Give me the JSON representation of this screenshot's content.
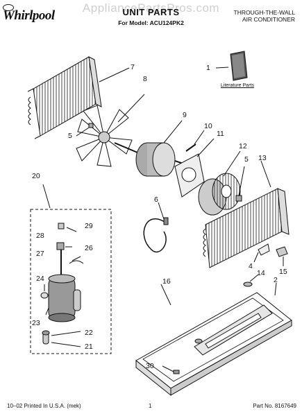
{
  "header": {
    "watermark": "AppliancePartsPros.com",
    "brand": "Whirlpool",
    "title": "UNIT PARTS",
    "model_line": "For Model: ACU124PK2",
    "product_line1": "THROUGH-THE-WALL",
    "product_line2": "AIR CONDITIONER"
  },
  "callouts": [
    "1",
    "2",
    "4",
    "5",
    "5",
    "6",
    "7",
    "8",
    "9",
    "10",
    "11",
    "12",
    "13",
    "14",
    "15",
    "16",
    "20",
    "21",
    "22",
    "23",
    "24",
    "26",
    "27",
    "28",
    "29",
    "30"
  ],
  "literature_label": "Literature Parts",
  "footer": {
    "left": "10–02 Printed In U.S.A. (mek)",
    "page": "1",
    "part_no": "Part No. 8167649"
  }
}
